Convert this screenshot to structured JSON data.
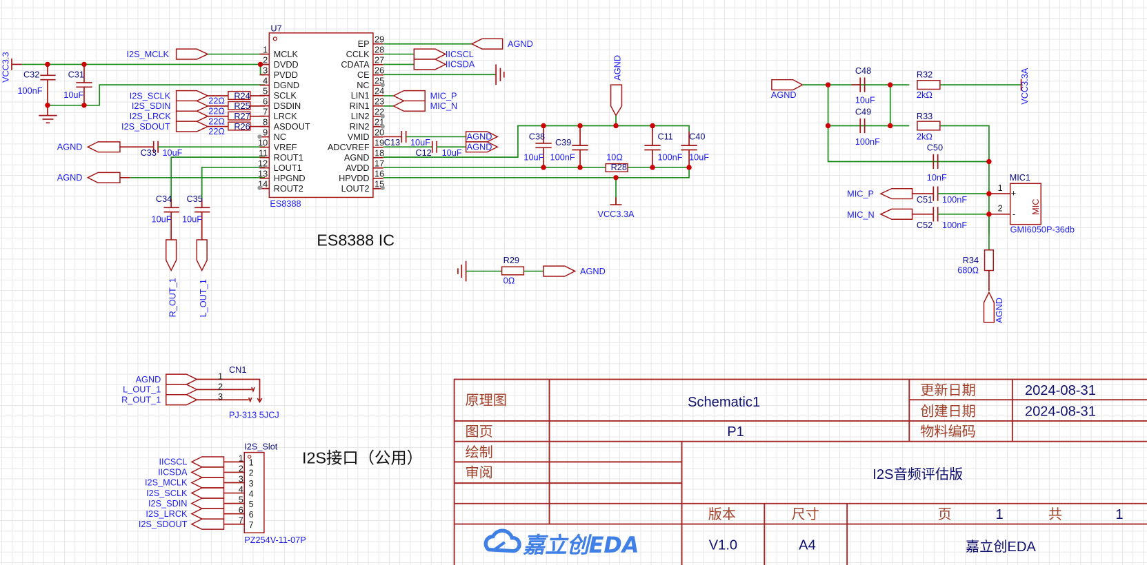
{
  "sheet": {
    "background": "#ffffff",
    "grid_color": "#e6e6e6",
    "wire_color": "#1a8a1a",
    "part_color": "#a31515",
    "label_color": "#1c1cf0",
    "junction_color": "#cc0000"
  },
  "u7": {
    "ref": "U7",
    "part": "ES8388",
    "left_pins": [
      {
        "num": "1",
        "name": "MCLK"
      },
      {
        "num": "2",
        "name": "DVDD"
      },
      {
        "num": "3",
        "name": "PVDD"
      },
      {
        "num": "4",
        "name": "DGND"
      },
      {
        "num": "5",
        "name": "SCLK"
      },
      {
        "num": "6",
        "name": "DSDIN"
      },
      {
        "num": "7",
        "name": "LRCK"
      },
      {
        "num": "8",
        "name": "ASDOUT"
      },
      {
        "num": "9",
        "name": "NC"
      },
      {
        "num": "10",
        "name": "VREF"
      },
      {
        "num": "11",
        "name": "ROUT1"
      },
      {
        "num": "12",
        "name": "LOUT1"
      },
      {
        "num": "13",
        "name": "HPGND"
      },
      {
        "num": "14",
        "name": "ROUT2"
      }
    ],
    "right_pins": [
      {
        "num": "29",
        "name": "EP"
      },
      {
        "num": "28",
        "name": "CCLK"
      },
      {
        "num": "27",
        "name": "CDATA"
      },
      {
        "num": "26",
        "name": "CE"
      },
      {
        "num": "25",
        "name": "NC"
      },
      {
        "num": "24",
        "name": "LIN1"
      },
      {
        "num": "23",
        "name": "RIN1"
      },
      {
        "num": "22",
        "name": "LIN2"
      },
      {
        "num": "21",
        "name": "RIN2"
      },
      {
        "num": "20",
        "name": "VMID"
      },
      {
        "num": "19",
        "name": "ADCVREF"
      },
      {
        "num": "18",
        "name": "AGND"
      },
      {
        "num": "17",
        "name": "AVDD"
      },
      {
        "num": "16",
        "name": "HPVDD"
      },
      {
        "num": "15",
        "name": "LOUT2"
      }
    ]
  },
  "nets": {
    "vcc33": "VCC3.3",
    "vcc33a": "VCC3.3A",
    "agnd": "AGND",
    "i2s_mclk": "I2S_MCLK",
    "i2s_sclk": "I2S_SCLK",
    "i2s_sdin": "I2S_SDIN",
    "i2s_lrck": "I2S_LRCK",
    "i2s_sdout": "I2S_SDOUT",
    "iicscl": "IICSCL",
    "iicsda": "IICSDA",
    "mic_p": "MIC_P",
    "mic_n": "MIC_N",
    "r_out_1": "R_OUT_1",
    "l_out_1": "L_OUT_1"
  },
  "components": {
    "C32": {
      "ref": "C32",
      "value": "100nF"
    },
    "C31": {
      "ref": "C31",
      "value": "10uF"
    },
    "R24": {
      "ref": "R24",
      "value": "22Ω"
    },
    "R25": {
      "ref": "R25",
      "value": "22Ω"
    },
    "R27": {
      "ref": "R27",
      "value": "22Ω"
    },
    "R26": {
      "ref": "R26",
      "value": "22Ω"
    },
    "C33": {
      "ref": "C33",
      "value": "10uF"
    },
    "C34": {
      "ref": "C34",
      "value": "10uF"
    },
    "C35": {
      "ref": "C35",
      "value": "10uF"
    },
    "C13": {
      "ref": "C13",
      "value": "10uF"
    },
    "C12": {
      "ref": "C12",
      "value": "10uF"
    },
    "C38": {
      "ref": "C38",
      "value": "10uF"
    },
    "C39": {
      "ref": "C39",
      "value": "100nF"
    },
    "R28": {
      "ref": "R28",
      "value": "10Ω"
    },
    "C11": {
      "ref": "C11",
      "value": "100nF"
    },
    "C40": {
      "ref": "C40",
      "value": "10uF"
    },
    "R29": {
      "ref": "R29",
      "value": "0Ω"
    },
    "C48": {
      "ref": "C48",
      "value": "10uF"
    },
    "C49": {
      "ref": "C49",
      "value": "100nF"
    },
    "R32": {
      "ref": "R32",
      "value": "2kΩ"
    },
    "R33": {
      "ref": "R33",
      "value": "2kΩ"
    },
    "C50": {
      "ref": "C50",
      "value": "10nF"
    },
    "C51": {
      "ref": "C51",
      "value": "100nF"
    },
    "C52": {
      "ref": "C52",
      "value": "100nF"
    },
    "R34": {
      "ref": "R34",
      "value": "680Ω"
    },
    "MIC1": {
      "ref": "MIC1",
      "part": "GMI6050P-36db",
      "body": "MIC",
      "pin1": "1",
      "pin2": "2",
      "plus": "+",
      "minus": "-"
    },
    "CN1": {
      "ref": "CN1",
      "part": "PJ-313 5JCJ",
      "pins": [
        "1",
        "2",
        "3"
      ]
    },
    "I2S_Slot": {
      "ref": "I2S_Slot",
      "part": "PZ254V-11-07P",
      "pins": [
        "1",
        "2",
        "3",
        "4",
        "5",
        "6",
        "7"
      ]
    }
  },
  "cn1_labels": [
    "AGND",
    "L_OUT_1",
    "R_OUT_1"
  ],
  "slot_labels": [
    "IICSCL",
    "IICSDA",
    "I2S_MCLK",
    "I2S_SCLK",
    "I2S_SDIN",
    "I2S_LRCK",
    "I2S_SDOUT"
  ],
  "annotations": {
    "es8388_ic": "ES8388 IC",
    "i2s_interface": "I2S接口（公用）"
  },
  "title_block": {
    "label_schematic": "原理图",
    "schematic_name": "Schematic1",
    "label_page": "图页",
    "page_name": "P1",
    "label_drawn": "绘制",
    "label_review": "审阅",
    "label_updated": "更新日期",
    "updated": "2024-08-31",
    "label_created": "创建日期",
    "created": "2024-08-31",
    "label_material": "物料编码",
    "material": "",
    "project": "I2S音频评估版",
    "label_version": "版本",
    "version": "V1.0",
    "label_size": "尺寸",
    "size": "A4",
    "label_page_no": "页",
    "page_no": "1",
    "label_total": "共",
    "total": "1",
    "company": "嘉立创EDA",
    "logo_text": "嘉立创EDA",
    "logo_color": "#3f7fe6"
  }
}
